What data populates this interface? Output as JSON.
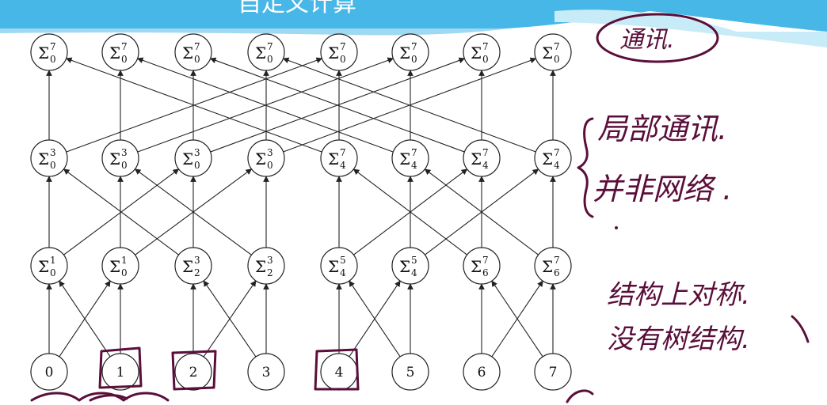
{
  "header": {
    "title": "自定义计算"
  },
  "colors": {
    "ink": "#5a0f3a",
    "header_blue": "#47b7e8",
    "node_stroke": "#222222"
  },
  "diagram": {
    "levels": [
      {
        "name": "level-3",
        "nodes": [
          {
            "sigma": "Σ",
            "sub": "0",
            "sup": "7"
          },
          {
            "sigma": "Σ",
            "sub": "0",
            "sup": "7"
          },
          {
            "sigma": "Σ",
            "sub": "0",
            "sup": "7"
          },
          {
            "sigma": "Σ",
            "sub": "0",
            "sup": "7"
          },
          {
            "sigma": "Σ",
            "sub": "0",
            "sup": "7"
          },
          {
            "sigma": "Σ",
            "sub": "0",
            "sup": "7"
          },
          {
            "sigma": "Σ",
            "sub": "0",
            "sup": "7"
          },
          {
            "sigma": "Σ",
            "sub": "0",
            "sup": "7"
          }
        ]
      },
      {
        "name": "level-2",
        "nodes": [
          {
            "sigma": "Σ",
            "sub": "0",
            "sup": "3"
          },
          {
            "sigma": "Σ",
            "sub": "0",
            "sup": "3"
          },
          {
            "sigma": "Σ",
            "sub": "0",
            "sup": "3"
          },
          {
            "sigma": "Σ",
            "sub": "0",
            "sup": "3"
          },
          {
            "sigma": "Σ",
            "sub": "4",
            "sup": "7"
          },
          {
            "sigma": "Σ",
            "sub": "4",
            "sup": "7"
          },
          {
            "sigma": "Σ",
            "sub": "4",
            "sup": "7"
          },
          {
            "sigma": "Σ",
            "sub": "4",
            "sup": "7"
          }
        ]
      },
      {
        "name": "level-1",
        "nodes": [
          {
            "sigma": "Σ",
            "sub": "0",
            "sup": "1"
          },
          {
            "sigma": "Σ",
            "sub": "0",
            "sup": "1"
          },
          {
            "sigma": "Σ",
            "sub": "2",
            "sup": "3"
          },
          {
            "sigma": "Σ",
            "sub": "2",
            "sup": "3"
          },
          {
            "sigma": "Σ",
            "sub": "4",
            "sup": "5"
          },
          {
            "sigma": "Σ",
            "sub": "4",
            "sup": "5"
          },
          {
            "sigma": "Σ",
            "sub": "6",
            "sup": "7"
          },
          {
            "sigma": "Σ",
            "sub": "6",
            "sup": "7"
          }
        ]
      },
      {
        "name": "level-0",
        "nodes": [
          {
            "label": "0"
          },
          {
            "label": "1"
          },
          {
            "label": "2"
          },
          {
            "label": "3"
          },
          {
            "label": "4"
          },
          {
            "label": "5"
          },
          {
            "label": "6"
          },
          {
            "label": "7"
          }
        ]
      }
    ]
  },
  "annotations": {
    "circled": "通讯.",
    "note1": "局部通讯.",
    "note2": "并非网络 .",
    "note3": "结构上对称.",
    "note4": "没有树结构."
  }
}
